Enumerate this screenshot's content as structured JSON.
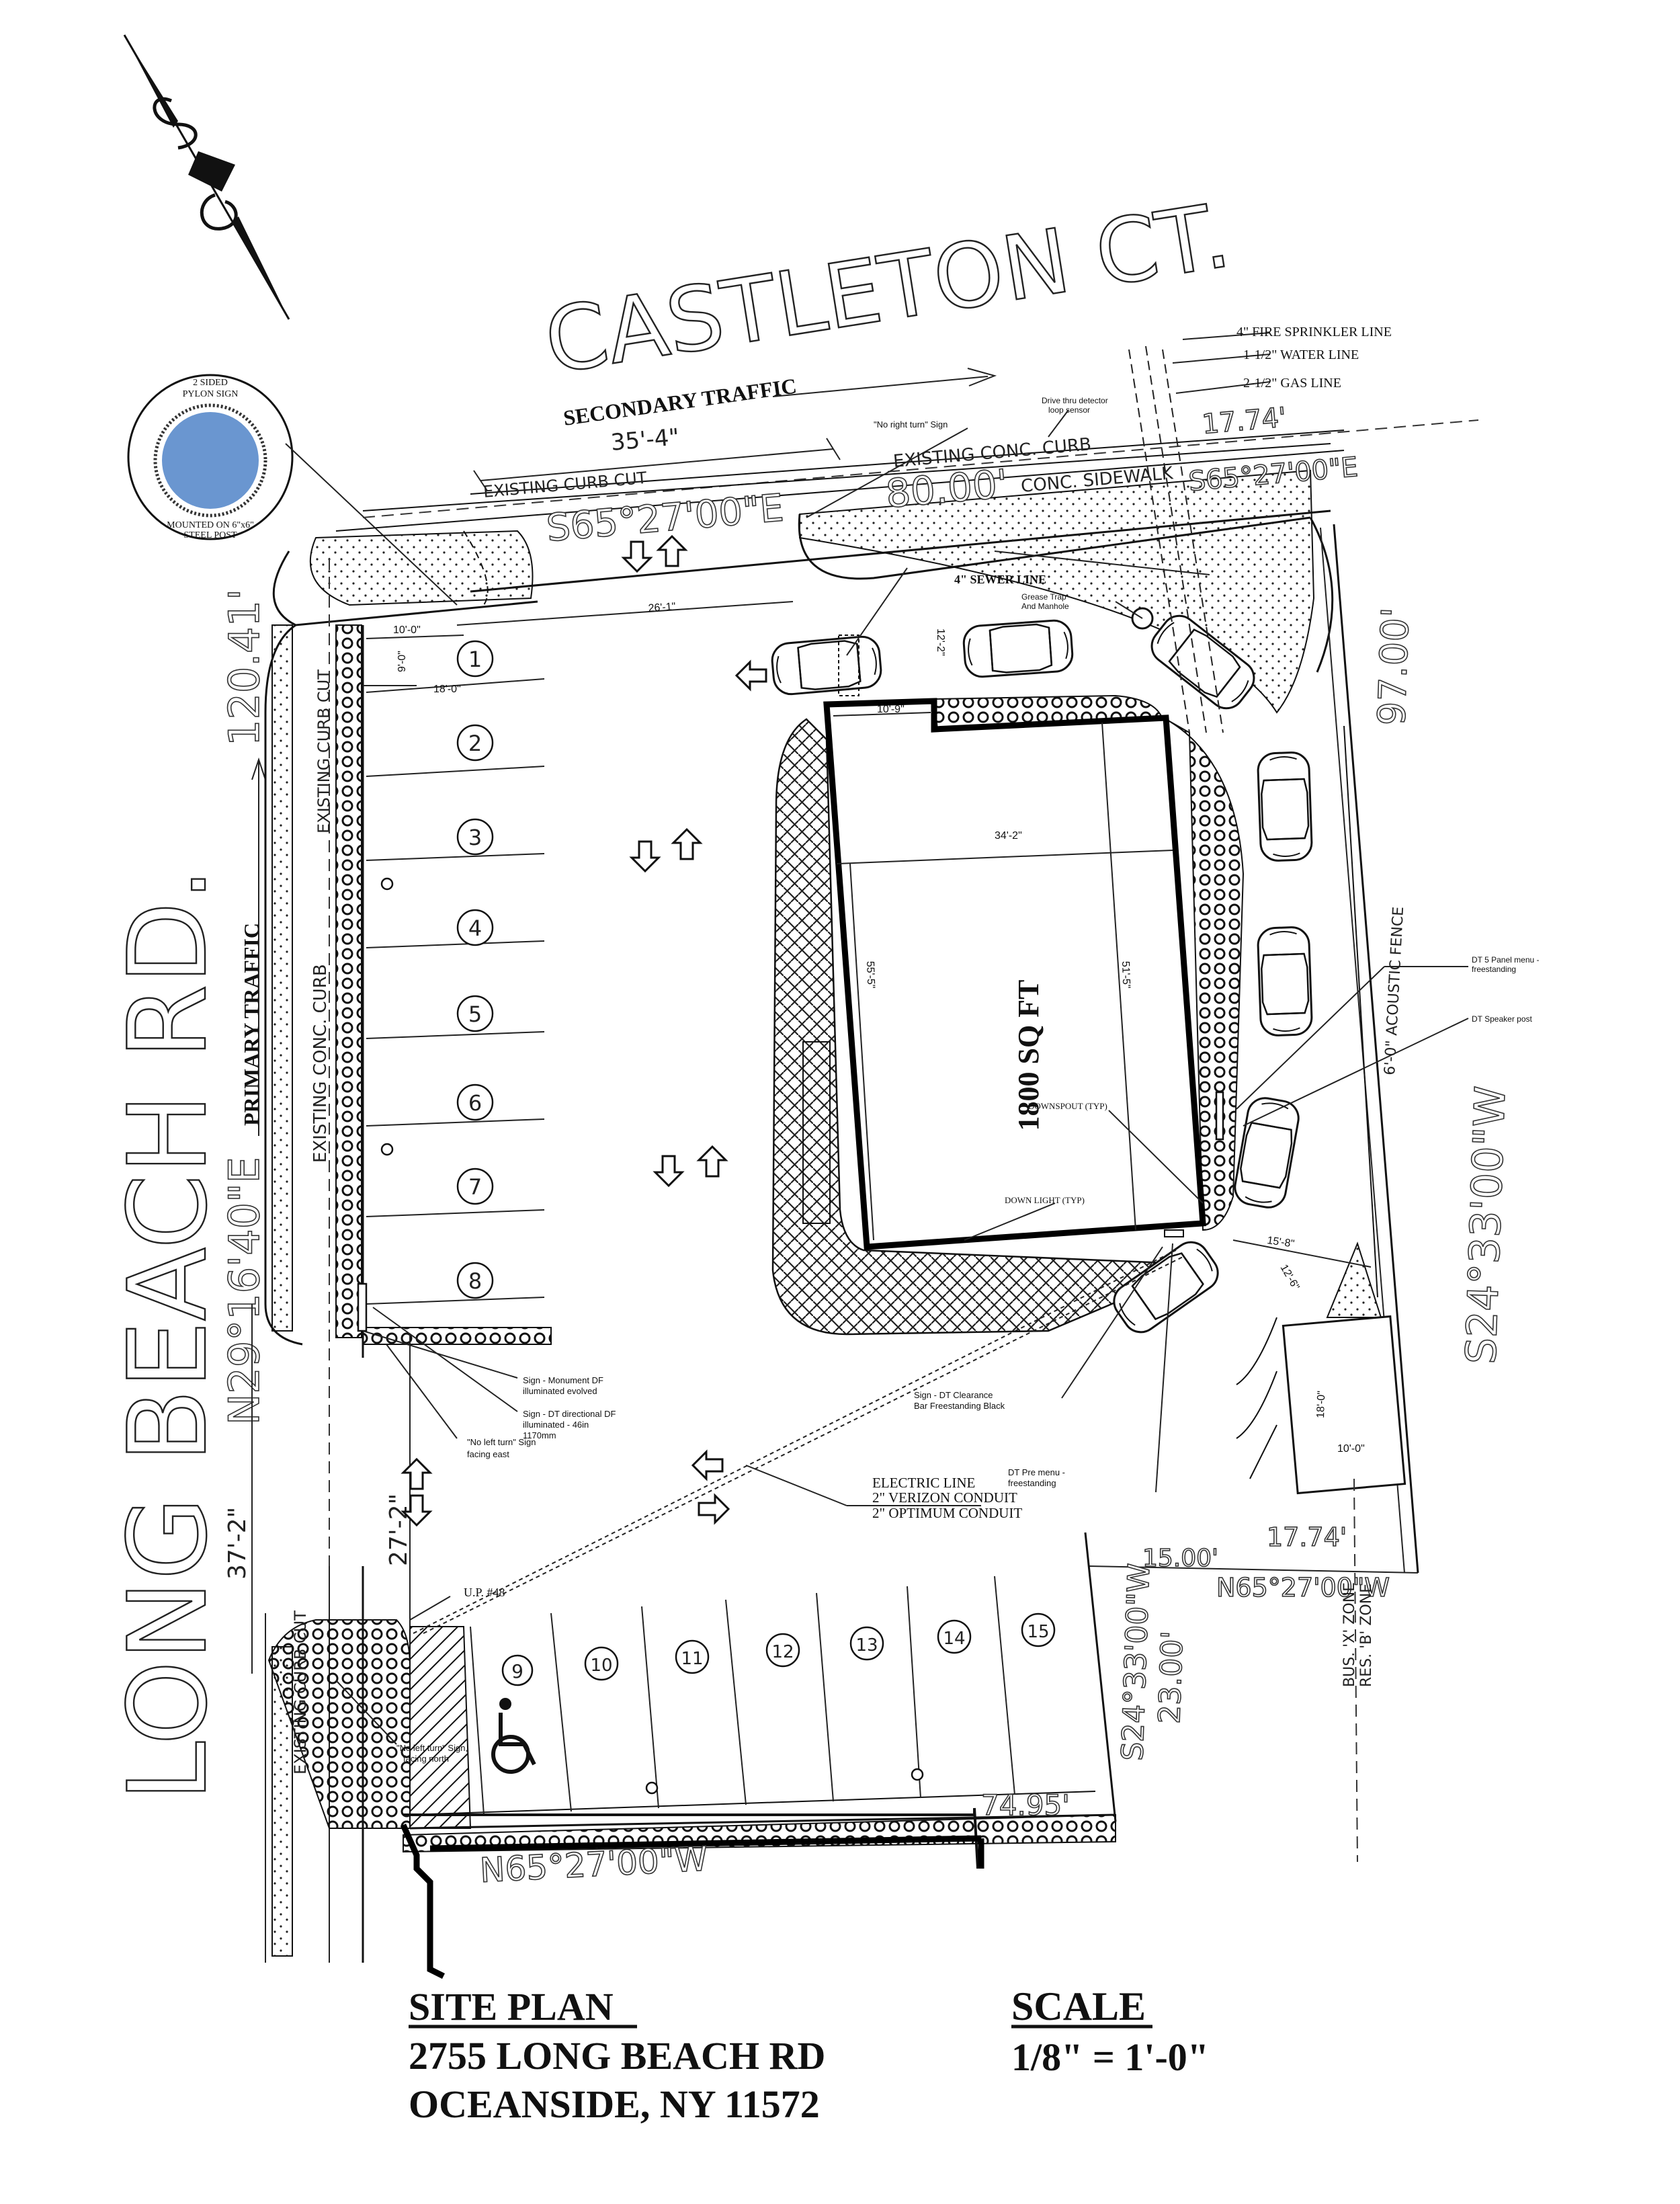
{
  "streets": {
    "castleton": "CASTLETON CT.",
    "long_beach": "LONG BEACH RD."
  },
  "traffic": {
    "secondary": "SECONDARY TRAFFIC",
    "primary": "PRIMARY TRAFFIC"
  },
  "pylon": {
    "top": "2 SIDED",
    "top2": "PYLON SIGN",
    "bottom": "MOUNTED ON 6\"x6\"",
    "bottom2": "STEEL POST",
    "fill_color": "#6a96d0"
  },
  "utilities": {
    "fire": "4\" FIRE SPRINKLER LINE",
    "water": "1-1/2\" WATER LINE",
    "gas": "2-1/2\" GAS LINE",
    "sewer": "4\" SEWER LINE",
    "loop": "Drive thru detector",
    "loop2": "loop sensor",
    "grease": "Grease Trap",
    "grease2": "And Manhole"
  },
  "bearings": {
    "top_len": "80.00'",
    "top_bearing": "S65°27'00\"E",
    "top_bearing2": "S65°27'00\"E",
    "top_right": "17.74'",
    "left_len": "120.41'",
    "left_bearing": "N29°16'40\"E",
    "right_len": "97.00'",
    "right_bearing": "S24°33'00\"W",
    "mid_right": "17.74'",
    "mid_bearing": "N65°27'00\"W",
    "w15": "15.00'",
    "sb_bearing": "S24°33'00\"W",
    "sb_len": "23.00'",
    "bottom_len": "74.95'",
    "bottom_bearing": "N65°27'00\"W"
  },
  "labels": {
    "curb_cut_top": "EXISTING CURB CUT",
    "conc_curb_top": "EXISTING CONC. CURB",
    "sidewalk": "CONC. SIDEWALK",
    "curb_cut_left": "EXISTING CURB CUT",
    "conc_curb_left": "EXISTING CONC. CURB",
    "curb_cut_bottom": "EXISTING CURB CUT",
    "fence": "6'-0\" ACOUSTIC FENCE",
    "zone1": "BUS. 'X' ZONE",
    "zone2": "RES. 'B' ZONE",
    "building": "1800 SQ FT",
    "no_right": "\"No right turn\" Sign",
    "dt5": "DT 5 Panel menu -",
    "dt5b": "freestanding",
    "speaker": "DT Speaker post",
    "downspout": "DOWNSPOUT (TYP)",
    "downlight": "DOWN LIGHT (TYP)",
    "clearance": "Sign - DT Clearance",
    "clearance2": "Bar Freestanding Black",
    "monument": "Sign - Monument DF",
    "monument2": "illuminated evolved",
    "directional": "Sign - DT directional DF",
    "directional2": "illuminated - 46in",
    "directional3": "1170mm",
    "no_left_east": "\"No left turn\" Sign",
    "no_left_east2": "facing east",
    "no_left_north": "\"No left turn\" Sign,",
    "no_left_north2": "facing north",
    "electric": "ELECTRIC LINE",
    "verizon": "2\" VERIZON CONDUIT",
    "optimum": "2\" OPTIMUM CONDUIT",
    "dt_pre": "DT Pre menu -",
    "dt_pre2": "freestanding",
    "up48": "U.P. #48"
  },
  "dims": {
    "d35_4": "35'-4\"",
    "d26_1": "26'-1\"",
    "d10_0": "10'-0\"",
    "d9_0": "9'-0\"",
    "d18_0": "18'-0\"",
    "d10_9": "10'-9\"",
    "d12_2": "12'-2\"",
    "d34_2": "34'-2\"",
    "d55_5": "55'-5\"",
    "d51_5": "51'-5\"",
    "d15_8": "15'-8\"",
    "d12_6": "12'-6\"",
    "d18b": "18'-0\"",
    "d10b": "10'-0\"",
    "d37_2": "37'-2\"",
    "d27_2": "27'-2\""
  },
  "stalls": [
    "1",
    "2",
    "3",
    "4",
    "5",
    "6",
    "7",
    "8",
    "9",
    "10",
    "11",
    "12",
    "13",
    "14",
    "15"
  ],
  "title": {
    "line1": "SITE PLAN",
    "line2": "2755 LONG BEACH RD",
    "line3": "OCEANSIDE, NY 11572",
    "scale_label": "SCALE",
    "scale_value": "1/8\" = 1'-0\""
  }
}
